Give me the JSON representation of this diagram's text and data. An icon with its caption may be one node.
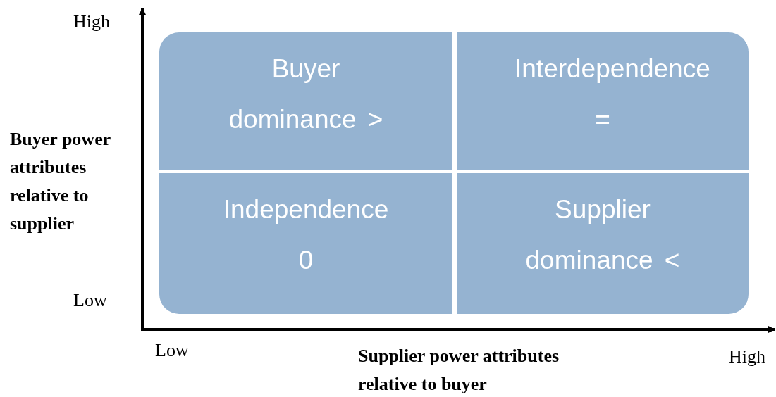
{
  "diagram": {
    "nodes": [
      {
        "text": [
          "Buyer dominance >"
        ]
      },
      {
        "text": [
          "Interdependence",
          "="
        ]
      },
      {
        "text": [
          "Independence",
          "0"
        ]
      },
      {
        "text": [
          "Supplier dominance <"
        ]
      }
    ],
    "labels": [
      "High",
      "Buyer power attributes relative to supplier",
      "Low",
      "Low",
      "Supplier power attributes relative to buyer",
      "High"
    ]
  }
}
